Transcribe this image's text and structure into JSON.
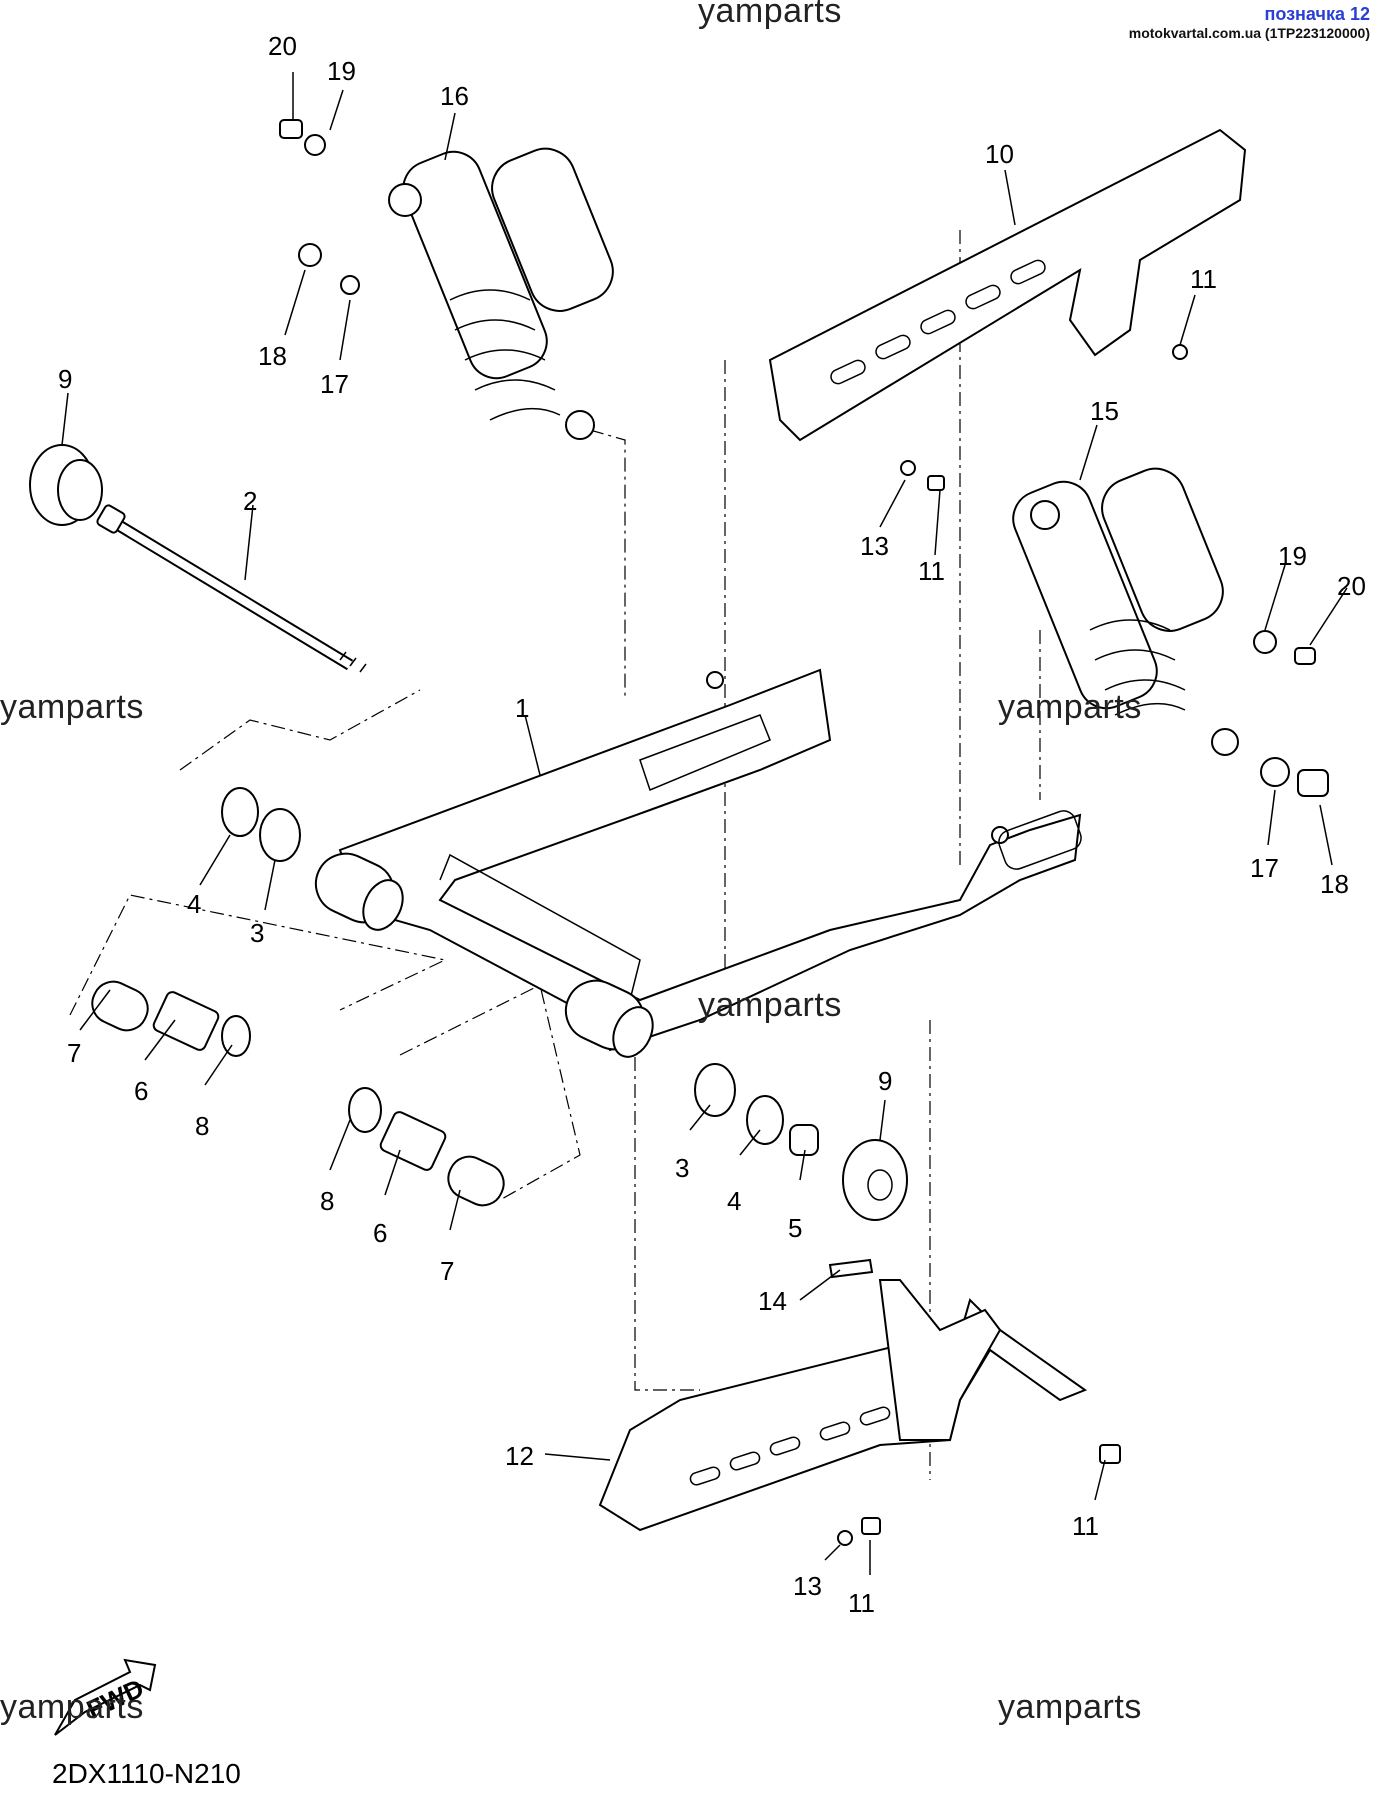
{
  "watermarks": [
    "yamparts",
    "yamparts",
    "yamparts",
    "yamparts",
    "yamparts",
    "yamparts"
  ],
  "badge": {
    "title": "позначка 12",
    "source": "motokvartal.com.ua (1TP223120000)"
  },
  "diagram_ref": "2DX1110-N210",
  "fwd_label": "FWD",
  "callouts": [
    "20",
    "19",
    "16",
    "10",
    "11",
    "18",
    "17",
    "9",
    "2",
    "15",
    "13",
    "11",
    "19",
    "20",
    "1",
    "17",
    "18",
    "4",
    "3",
    "7",
    "6",
    "8",
    "8",
    "6",
    "7",
    "3",
    "4",
    "5",
    "9",
    "14",
    "12",
    "11",
    "13",
    "11"
  ]
}
